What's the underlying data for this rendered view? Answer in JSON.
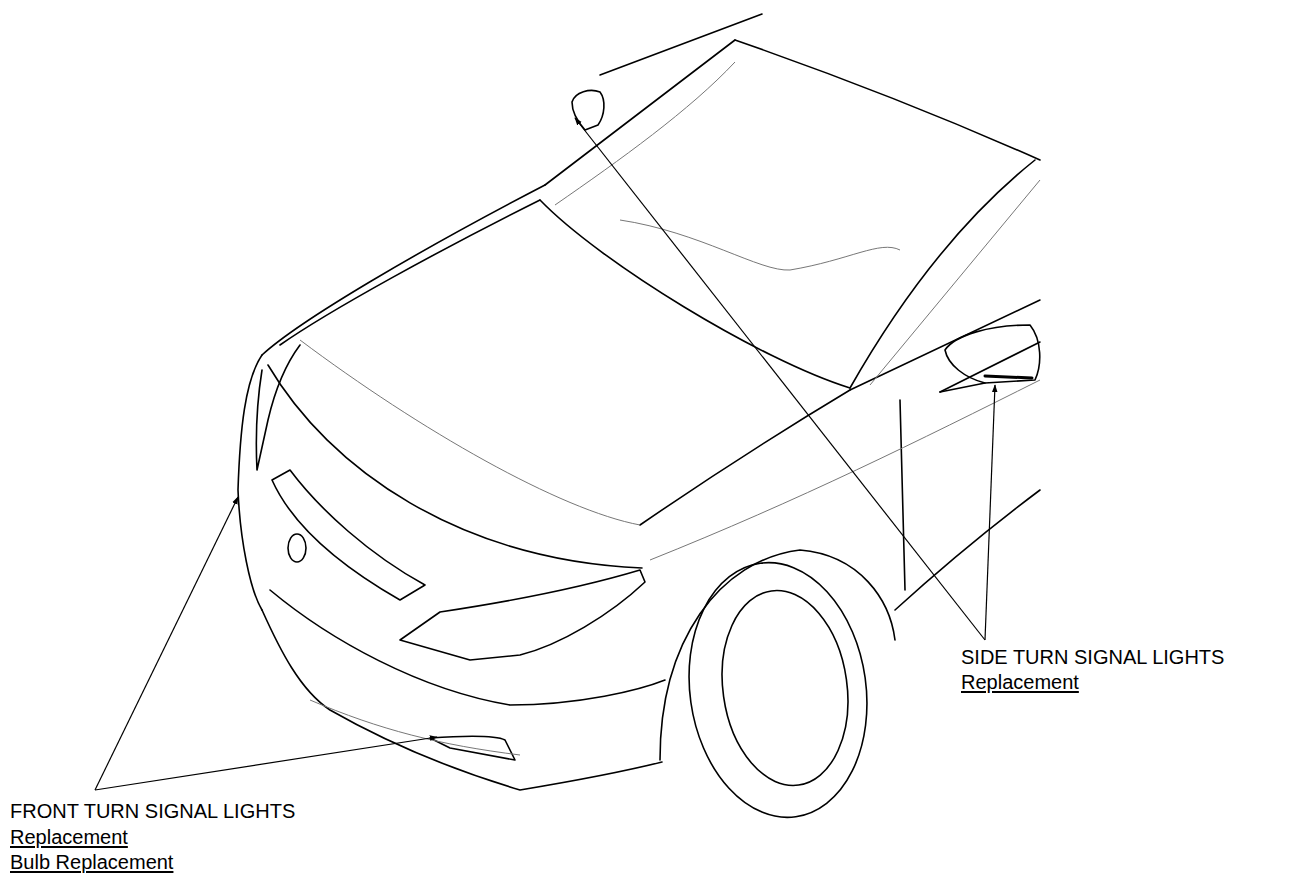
{
  "diagram": {
    "labels": [
      "FRONT TURN SIGNAL LIGHTS",
      "Replacement",
      "Bulb Replacement",
      "SIDE TURN SIGNAL LIGHTS",
      "Replacement"
    ]
  }
}
